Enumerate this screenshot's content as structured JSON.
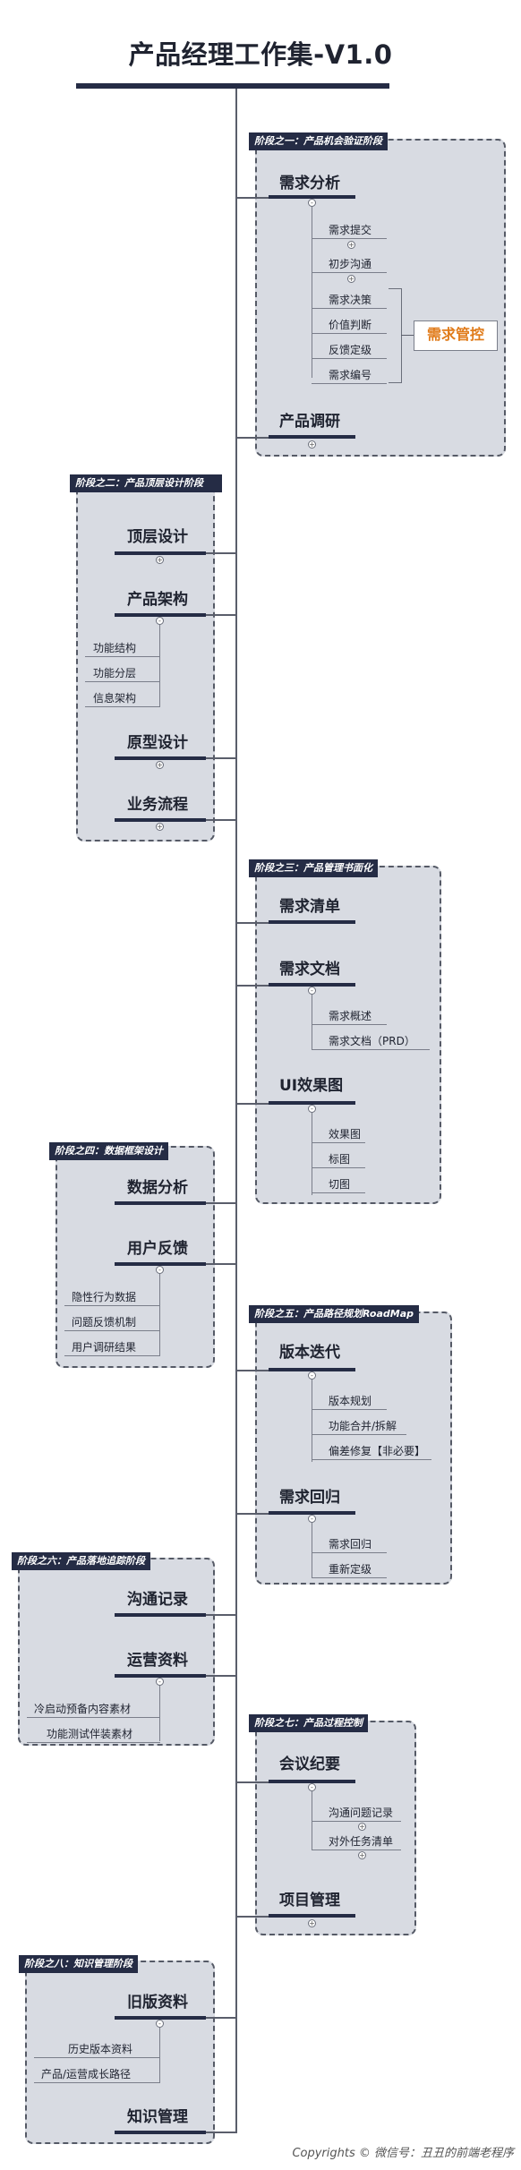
{
  "title": "产品经理工作集-V1.0",
  "stages": [
    {
      "tag": "阶段之一：产品机会验证阶段",
      "nodes": [
        {
          "label": "需求分析",
          "subs": [
            "需求提交",
            "初步沟通",
            "需求决策",
            "价值判断",
            "反馈定级",
            "需求编号"
          ]
        },
        {
          "label": "产品调研",
          "subs": []
        }
      ],
      "callout": "需求管控"
    },
    {
      "tag": "阶段之二：产品顶层设计阶段",
      "nodes": [
        {
          "label": "顶层设计",
          "subs": []
        },
        {
          "label": "产品架构",
          "subs": [
            "功能结构",
            "功能分层",
            "信息架构"
          ]
        },
        {
          "label": "原型设计",
          "subs": []
        },
        {
          "label": "业务流程",
          "subs": []
        }
      ]
    },
    {
      "tag": "阶段之三：产品管理书面化",
      "nodes": [
        {
          "label": "需求清单",
          "subs": []
        },
        {
          "label": "需求文档",
          "subs": [
            "需求概述",
            "需求文档（PRD）"
          ]
        },
        {
          "label": "UI效果图",
          "subs": [
            "效果图",
            "标图",
            "切图"
          ]
        }
      ]
    },
    {
      "tag": "阶段之四：数据框架设计",
      "nodes": [
        {
          "label": "数据分析",
          "subs": []
        },
        {
          "label": "用户反馈",
          "subs": [
            "隐性行为数据",
            "问题反馈机制",
            "用户调研结果"
          ]
        }
      ]
    },
    {
      "tag": "阶段之五：产品路径规划RoadMap",
      "nodes": [
        {
          "label": "版本迭代",
          "subs": [
            "版本规划",
            "功能合并/拆解",
            "偏差修复【非必要】"
          ]
        },
        {
          "label": "需求回归",
          "subs": [
            "需求回归",
            "重新定级"
          ]
        }
      ]
    },
    {
      "tag": "阶段之六：产品落地追踪阶段",
      "nodes": [
        {
          "label": "沟通记录",
          "subs": []
        },
        {
          "label": "运营资料",
          "subs": [
            "冷启动预备内容素材",
            "功能测试伴装素材"
          ]
        }
      ]
    },
    {
      "tag": "阶段之七：产品过程控制",
      "nodes": [
        {
          "label": "会议纪要",
          "subs": [
            "沟通问题记录",
            "对外任务清单"
          ]
        },
        {
          "label": "项目管理",
          "subs": []
        }
      ]
    },
    {
      "tag": "阶段之八：知识管理阶段",
      "nodes": [
        {
          "label": "旧版资料",
          "subs": [
            "历史版本资料",
            "产品/运营成长路径"
          ]
        },
        {
          "label": "知识管理",
          "subs": []
        }
      ]
    }
  ],
  "footer": "Copyrights © 微信号：丑丑的前端老程序"
}
